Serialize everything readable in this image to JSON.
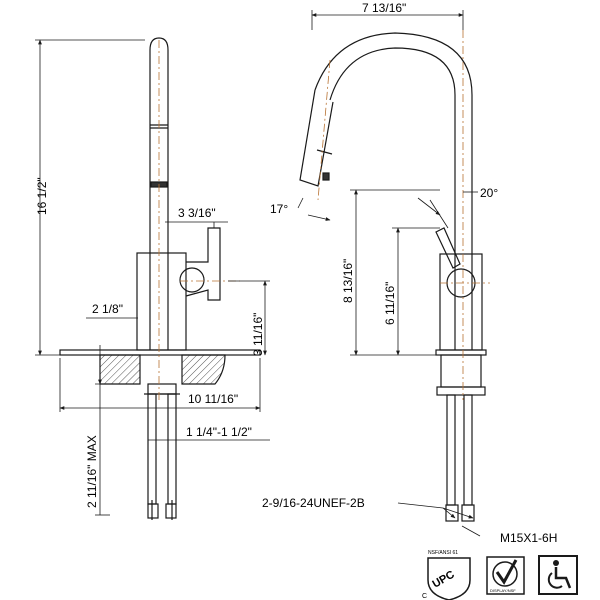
{
  "dimensions": {
    "overall_height": "16 1/2\"",
    "spout_reach": "7 13/16\"",
    "handle_height": "3 3/16\"",
    "body_offset": "2 1/8\"",
    "body_height": "3 11/16\"",
    "deck_span": "10 11/16\"",
    "hole_diameter": "1 1/4\"-1 1/2\"",
    "max_deck": "2 11/16\" MAX",
    "spray_angle": "17°",
    "spout_angle": "20°",
    "spout_height": "8 13/16\"",
    "handle_side_height": "6 11/16\""
  },
  "callouts": {
    "supply_thread": "2-9/16-24UNEF-2B",
    "hose_thread": "M15X1-6H"
  },
  "certifications": {
    "upc_small_text": "NSF/ANSI 61",
    "upc_mark": "UPC",
    "upc_c": "C",
    "lead_free_small_text": "DISPLAY/NSF",
    "icons": [
      "upc-mark-icon",
      "lead-free-check-icon",
      "wheelchair-accessible-icon"
    ]
  },
  "colors": {
    "line": "#1a1a1a",
    "centerline": "#b87333"
  }
}
